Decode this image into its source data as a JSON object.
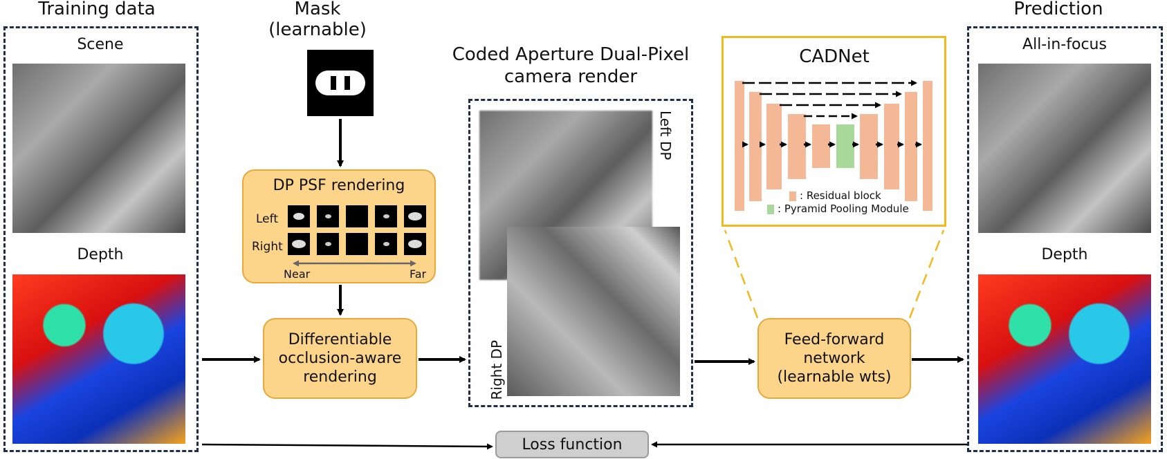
{
  "training": {
    "title": "Training data",
    "scene_label": "Scene",
    "depth_label": "Depth"
  },
  "mask": {
    "title": "Mask",
    "subtitle": "(learnable)"
  },
  "psf": {
    "title": "DP PSF rendering",
    "left": "Left",
    "right": "Right",
    "near": "Near",
    "far": "Far"
  },
  "occlusion": {
    "line1": "Differentiable",
    "line2": "occlusion-aware",
    "line3": "rendering"
  },
  "camera": {
    "title1": "Coded Aperture Dual-Pixel",
    "title2": "camera render",
    "left_dp": "Left DP",
    "right_dp": "Right DP"
  },
  "cadnet": {
    "title": "CADNet",
    "legend_residual": ": Residual block",
    "legend_ppm": ": Pyramid Pooling Module"
  },
  "network": {
    "line1": "Feed-forward",
    "line2": "network",
    "line3": "(learnable wts)"
  },
  "prediction": {
    "title": "Prediction",
    "aif_label": "All-in-focus",
    "depth_label": "Depth"
  },
  "loss": {
    "label": "Loss function"
  },
  "colors": {
    "panel_border": "#1f2d4a",
    "box_fill": "#fdd58a",
    "box_border": "#e6a93a",
    "cadnet_border": "#f2b820",
    "residual": "#f5b896",
    "ppm": "#a8d89a"
  }
}
